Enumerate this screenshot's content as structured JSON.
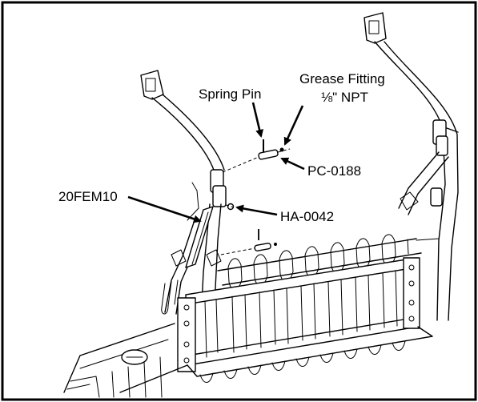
{
  "labels": {
    "spring_pin": "Spring Pin",
    "grease_fitting_line1": "Grease Fitting",
    "grease_fitting_line2": "⅛\" NPT",
    "pc_0188": "PC-0188",
    "fem": "20FEM10",
    "ha_0042": "HA-0042"
  }
}
